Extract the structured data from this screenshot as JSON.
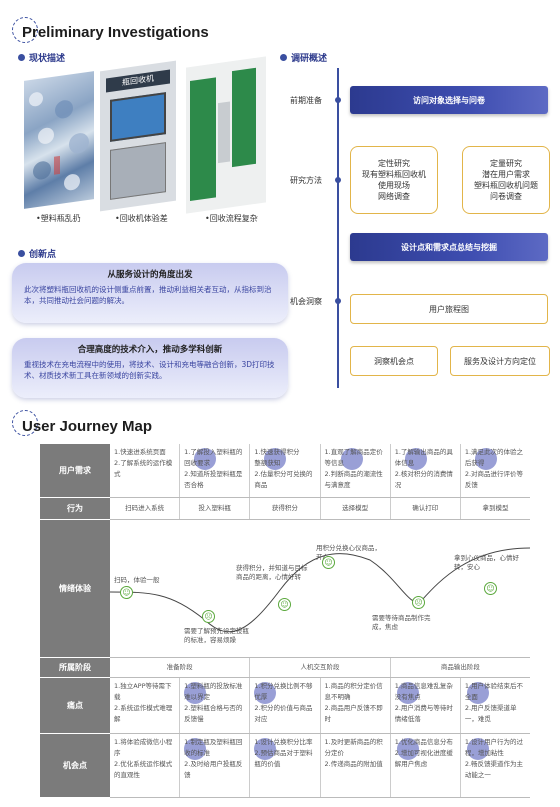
{
  "preliminary": {
    "title": "Preliminary Investigations",
    "status_heading": "现状描述",
    "captions": [
      "塑料瓶乱扔",
      "回收机体验差",
      "回收流程复杂"
    ],
    "machine_sign": "瓶回收机",
    "innovation_heading": "创新点",
    "innovations": [
      {
        "title": "从服务设计的角度出发",
        "text": "此次将塑料瓶回收机的设计侧重点前置，推动利益相关者互动，从指标到治本，共同推动社会问题的解决。"
      },
      {
        "title": "合理高度的技术介入，推动多学科创新",
        "text": "重视技术在充电流程中的使用，将技术、设计和充电等融合创新，3D打印技术、材质技术新工具在新领域的创新实践。"
      }
    ],
    "research_heading": "调研概述",
    "stages": [
      {
        "label": "前期准备",
        "box": "访问对象选择与问卷"
      },
      {
        "label": "研究方法",
        "boxes": [
          "定性研究\n现有塑料瓶回收机\n使用现场\n网络调查",
          "定量研究\n潜在用户需求\n塑料瓶回收机问题\n问卷调查"
        ]
      },
      {
        "label": "",
        "box": "设计点和需求点总结与挖掘"
      },
      {
        "label": "机会洞察",
        "boxes": [
          "用户旅程图",
          "洞察机会点",
          "服务及设计方向定位"
        ]
      }
    ]
  },
  "journey": {
    "title": "User Journey Map",
    "rows": {
      "needs": {
        "header": "用户需求",
        "cells": [
          "1.快速进系统页面\n2.了解系统的运作模式",
          "1.了解投入塑料瓶的回收要求\n2.知道所投塑料瓶是否合格",
          "1.快速获得积分\n整额获知\n2.估量积分可兑换的商品",
          "1.直观了解商品定价等信息\n2.判断商品的潮流性与满意度",
          "1.了解输出商品的具体信息\n2.核对积分的消费情况",
          "1.满足此次的体验之后获得\n2.对商品进行评价等反馈"
        ]
      },
      "action": {
        "header": "行为",
        "cells": [
          "扫码进入系统",
          "投入塑料瓶",
          "获得积分",
          "选择模型",
          "确认打印",
          "拿到模型"
        ]
      },
      "emotion": {
        "header": "情绪体验",
        "notes": [
          "扫码，体验一般",
          "需要了解预先设定投瓶的标准，容易烦躁",
          "获得积分，并知道与目标商品的距离，心情好转",
          "用积分兑换心仪商品，开心",
          "需要等待商品制作完成，焦虑",
          "拿到心仪商品，心情好转，安心"
        ]
      },
      "phase": {
        "header": "所属阶段",
        "cells": [
          "准备阶段",
          "人机交互阶段",
          "商品输出阶段"
        ]
      },
      "pain": {
        "header": "痛点",
        "cells": [
          "1.独立APP等待需下载\n2.系统运作模式难理解",
          "1.塑料瓶的投放标准难以界定\n2.塑料瓶合格与否的反馈慢",
          "1.积分兑换比例不够优厚\n2.积分的价值与商品对应",
          "1.商品的积分定价信息不明确\n2.商品用户反馈不即时",
          "1.商品信息难乱复杂没有焦点\n2.用户消费与等待时情绪低落",
          "1.用户体验结束后不全面\n2.用户反馈渠道单一，难觅"
        ]
      },
      "opportunity": {
        "header": "机会点",
        "cells": [
          "1.将体验成微信小程序\n2.优化系统运作模式的直观性",
          "1.制定瓶及塑料瓶回收的标准\n2.及时给用户投瓶反馈",
          "1.设计兑换积分比率\n2.预估商品对于塑料瓶的价值",
          "1.及时更新商品的积分定价\n2.传递商品的附加值",
          "1.优化商品信息分布\n2.增加可视化进度缓解用户焦虑",
          "1.设计用户行为的过程，增加粘性\n2.畅反馈渠道作为主动能之一"
        ]
      }
    }
  }
}
